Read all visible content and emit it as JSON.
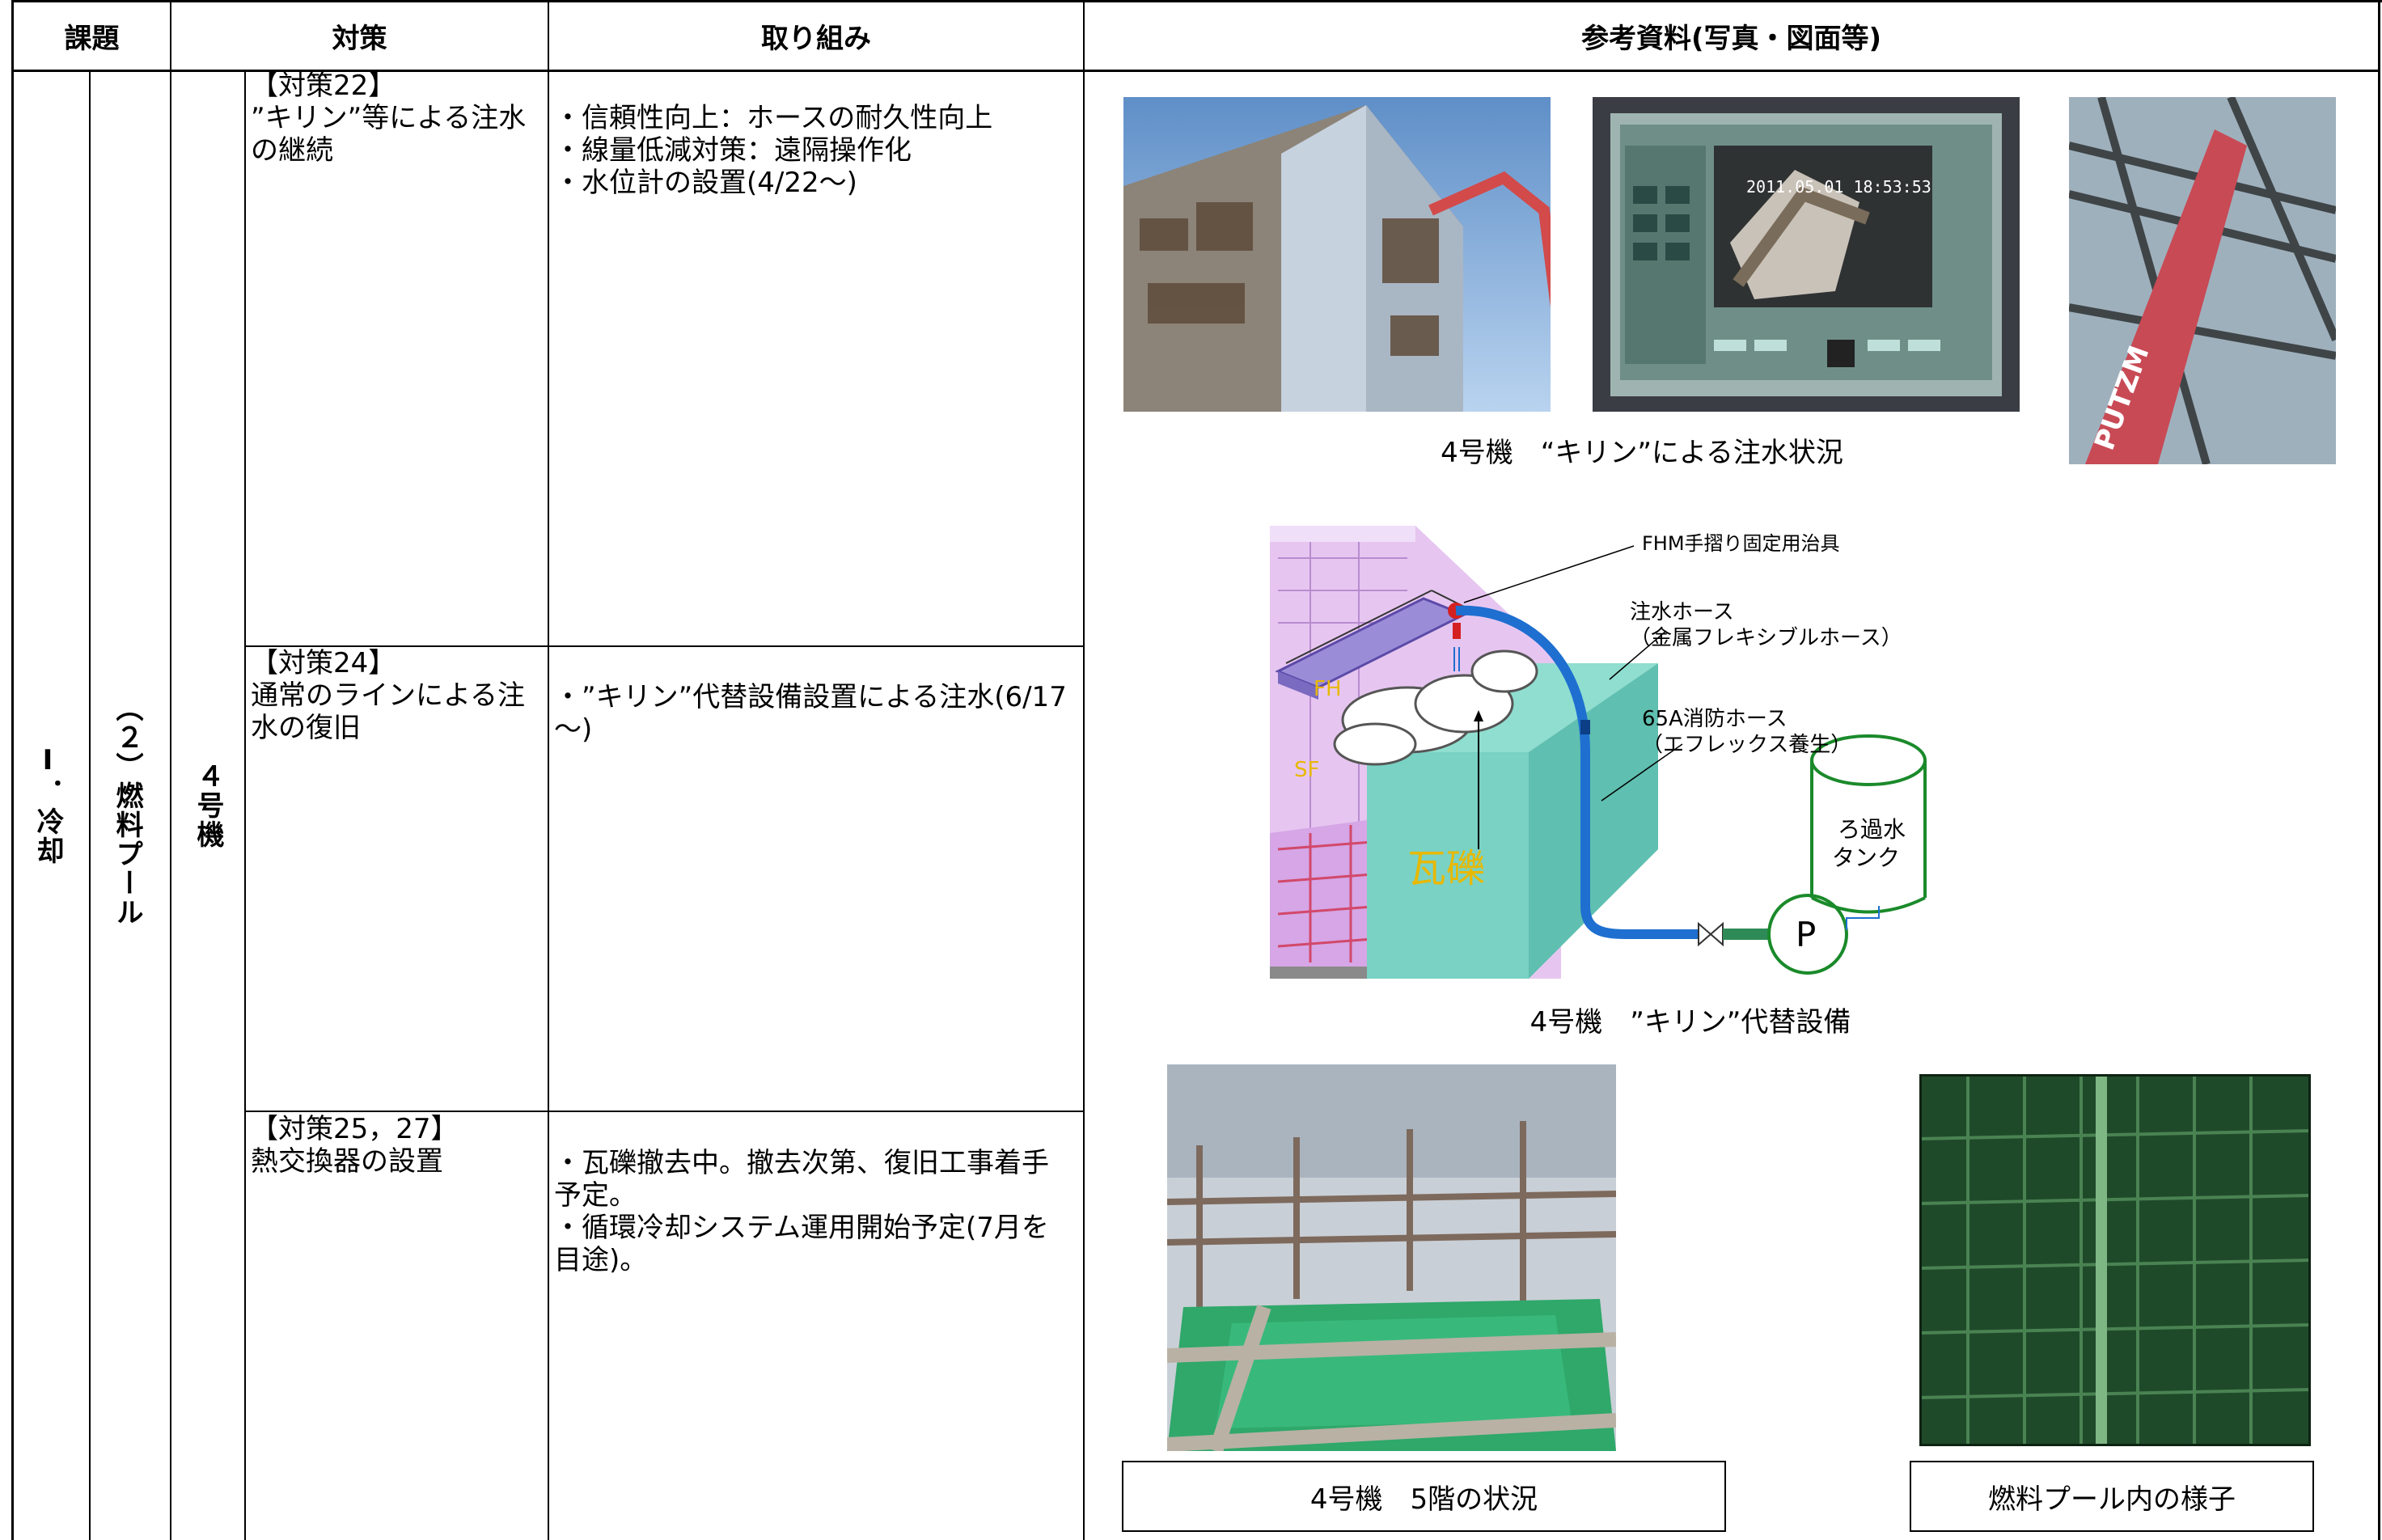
{
  "header": {
    "col1": "課題",
    "col2": "対策",
    "col3": "取り組み",
    "col4": "参考資料(写真・図面等)"
  },
  "left": {
    "issue": "Ⅰ．冷却",
    "sub_issue": "（２）燃料プール",
    "unit": "４号機"
  },
  "rows": [
    {
      "measure": "【対策22】\n”キリン”等による注水\nの継続",
      "actions": "・信頼性向上：ホースの耐久性向上\n・線量低減対策：遠隔操作化\n・水位計の設置(4/22～)"
    },
    {
      "measure": "【対策24】\n通常のラインによる注\n水の復旧",
      "actions": "・”キリン”代替設備設置による注水(6/17\n～)"
    },
    {
      "measure": "【対策25，27】\n熱交換器の設置",
      "actions": "・瓦礫撤去中。撤去次第、復旧工事着手\n予定。\n・循環冷却システム運用開始予定(7月を\n目途)。"
    }
  ],
  "references": {
    "caption1": "4号機　“キリン”による注水状況",
    "caption2": "4号機　”キリン”代替設備",
    "caption3": "4号機　5階の状況",
    "caption4": "燃料プール内の様子",
    "screen_timestamp": "2011.05.01 18:53:53"
  },
  "diagram": {
    "label_fhm_jig": "FHM手摺り固定用治具",
    "label_hose1": "注水ホース",
    "label_hose1_sub": "（金属フレキシブルホース）",
    "label_hose2": "65A消防ホース",
    "label_hose2_sub": "（エフレックス養生）",
    "label_tank1": "ろ過水",
    "label_tank2": "タンク",
    "label_pump": "P",
    "label_fh": "FH",
    "label_sf": "SF",
    "label_debris": "瓦礫",
    "crane_text": "PUTZM"
  },
  "colors": {
    "hose": "#1e6fd0",
    "pump_line": "#2e8b57",
    "tank": "#1a8a2a",
    "debris_text": "#e8b800",
    "pool_water": "#2fa86a",
    "fuel_pool": "#1f4a2a"
  }
}
